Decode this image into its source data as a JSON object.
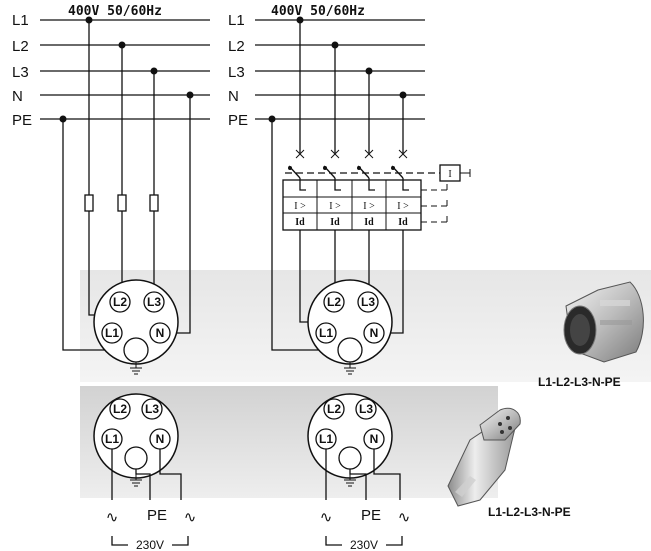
{
  "supply_left": {
    "header": "400V 50/60Hz",
    "lines": [
      "L1",
      "L2",
      "L3",
      "N",
      "PE"
    ]
  },
  "supply_right": {
    "header": "400V 50/60Hz",
    "lines": [
      "L1",
      "L2",
      "L3",
      "N",
      "PE"
    ]
  },
  "rcd": {
    "overcurrent_label": "I >",
    "residual_label": "Id",
    "test_label": "I"
  },
  "socket_pins": {
    "l1": "L1",
    "l2": "L2",
    "l3": "L3",
    "n": "N"
  },
  "plug_pins": {
    "l1": "L1",
    "l2": "L2",
    "l3": "L3",
    "n": "N"
  },
  "single_phase": {
    "left_tilde": "∿",
    "pe": "PE",
    "right_tilde": "∿",
    "voltage": "230V"
  },
  "captions": {
    "socket": "L1-L2-L3-N-PE",
    "plug": "L1-L2-L3-N-PE"
  },
  "colors": {
    "band": "#d9d9d9",
    "line": "#111111"
  }
}
